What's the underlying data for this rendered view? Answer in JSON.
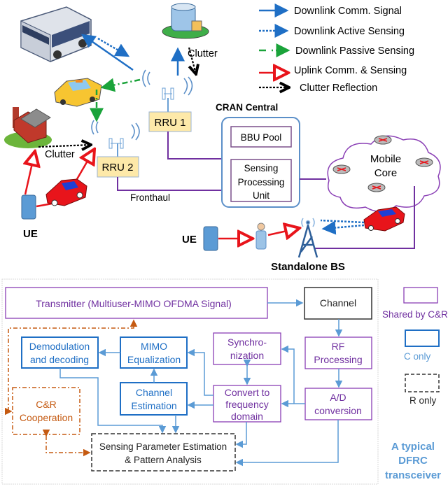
{
  "legend": {
    "items": [
      {
        "label": "Downlink Comm. Signal",
        "color": "#1f6fc5",
        "style": "solid"
      },
      {
        "label": "Downlink Active Sensing",
        "color": "#1f6fc5",
        "style": "dotted"
      },
      {
        "label": "Downlink Passive Sensing",
        "color": "#1aa33a",
        "style": "dash-dot"
      },
      {
        "label": "Uplink Comm. & Sensing",
        "color": "#e8141b",
        "style": "solid-hollow-arrow"
      },
      {
        "label": "Clutter Reflection",
        "color": "#000000",
        "style": "dotted"
      }
    ]
  },
  "network": {
    "clutter_top": "Clutter",
    "clutter_left": "Clutter",
    "rru1": "RRU 1",
    "rru2": "RRU 2",
    "fronthaul": "Fronthaul",
    "cran_title": "CRAN Central",
    "bbu_pool": "BBU Pool",
    "spu_line1": "Sensing",
    "spu_line2": "Processing",
    "spu_line3": "Unit",
    "core_line1": "Mobile",
    "core_line2": "Core",
    "ue_left": "UE",
    "ue_right": "UE",
    "standalone_bs": "Standalone BS"
  },
  "transceiver": {
    "transmitter": "Transmitter (Multiuser-MIMO OFDMA Signal)",
    "channel": "Channel",
    "rf_line1": "RF",
    "rf_line2": "Processing",
    "ad_line1": "A/D",
    "ad_line2": "conversion",
    "sync_line1": "Synchro-",
    "sync_line2": "nization",
    "convert_line1": "Convert to",
    "convert_line2": "frequency",
    "convert_line3": "domain",
    "mimo_line1": "MIMO",
    "mimo_line2": "Equalization",
    "demod_line1": "Demodulation",
    "demod_line2": "and decoding",
    "chest_line1": "Channel",
    "chest_line2": "Estimation",
    "cr_line1": "C&R",
    "cr_line2": "Cooperation",
    "spe_line1": "Sensing Parameter Estimation",
    "spe_line2": "& Pattern Analysis",
    "key_shared": "Shared by C&R",
    "key_c": "C only",
    "key_r": "R only",
    "caption_line1": "A typical",
    "caption_line2": "DFRC",
    "caption_line3": "transceiver"
  },
  "colors": {
    "purple": "#8a3fb5",
    "blue": "#1f6fc5",
    "arrow_blue": "#5b9bd5",
    "orange": "#c55a11",
    "rru_fill": "#fde9a9",
    "caption_blue": "#5b9bd5"
  }
}
